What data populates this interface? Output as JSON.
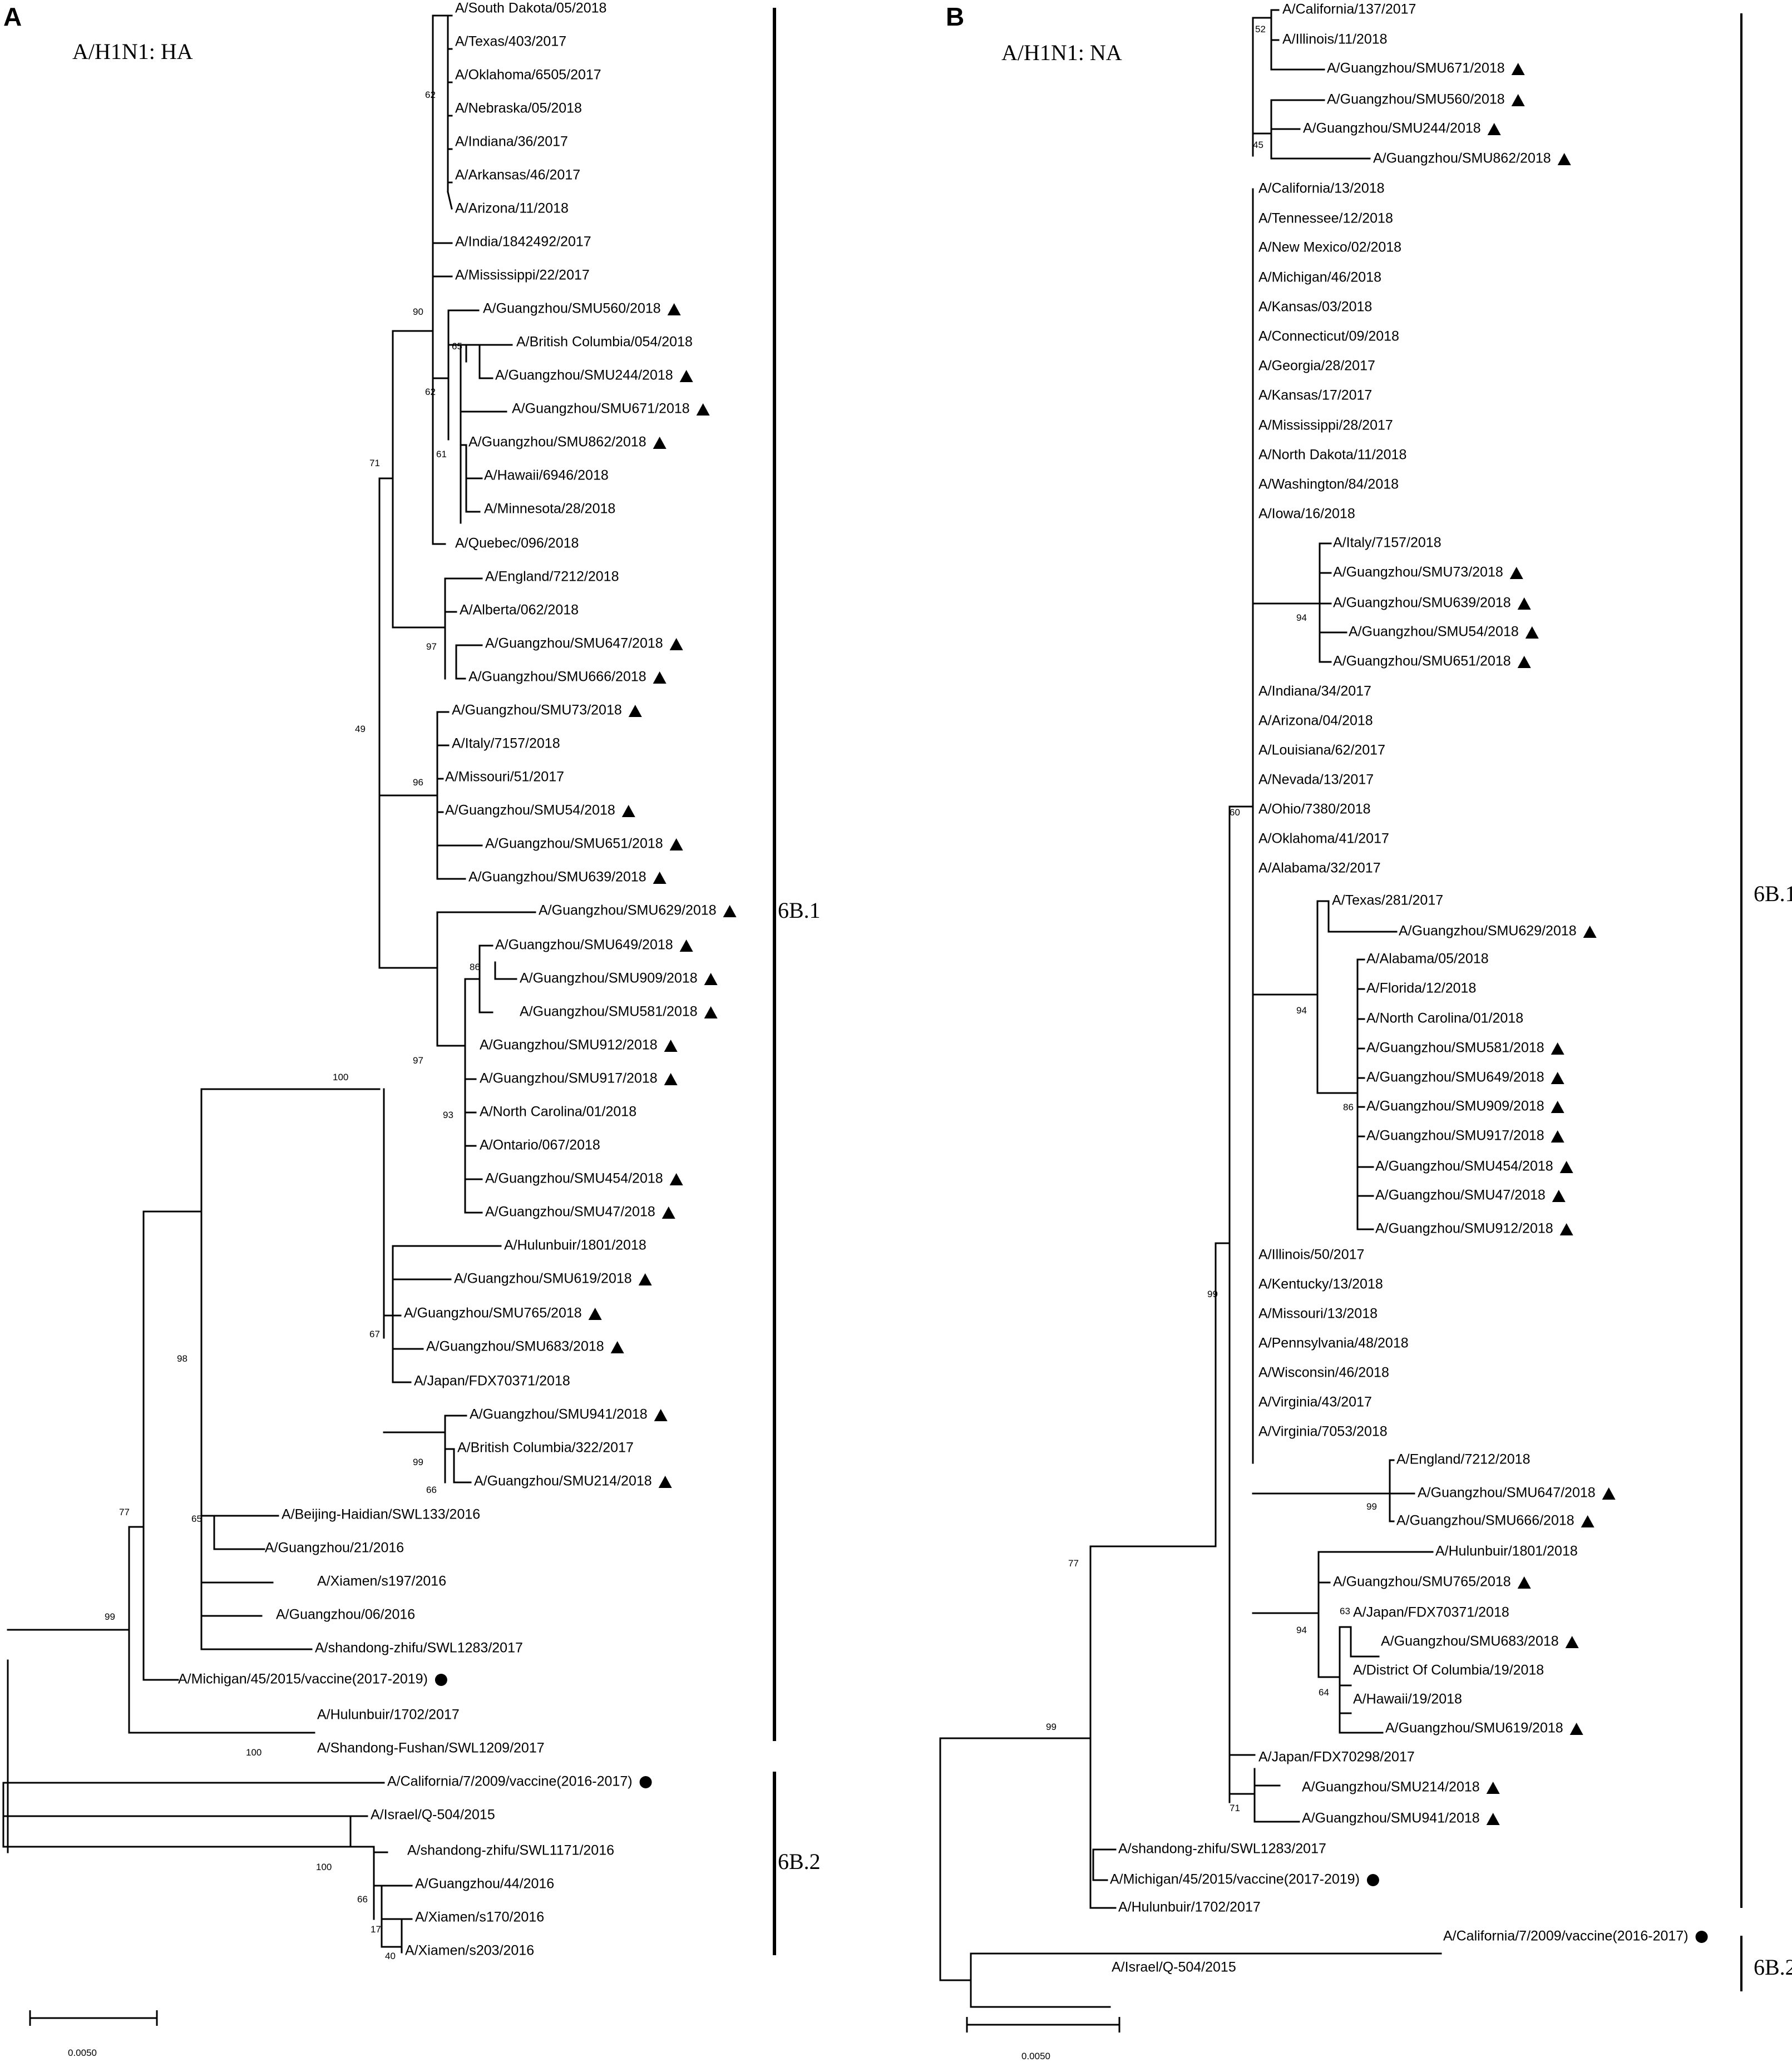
{
  "panels": [
    {
      "label": "A",
      "title": "A/H1N1: HA",
      "scale_label": "0.0050",
      "clades": [
        {
          "name": "6B.1"
        },
        {
          "name": "6B.2"
        }
      ],
      "bootstrap": [
        "62",
        "90",
        "65",
        "62",
        "61",
        "71",
        "97",
        "49",
        "96",
        "86",
        "97",
        "93",
        "100",
        "67",
        "99",
        "66",
        "98",
        "65",
        "77",
        "99",
        "100",
        "100",
        "66",
        "17",
        "40"
      ],
      "taxa": [
        "A/South Dakota/05/2018",
        "A/Texas/403/2017",
        "A/Oklahoma/6505/2017",
        "A/Nebraska/05/2018",
        "A/Indiana/36/2017",
        "A/Arkansas/46/2017",
        "A/Arizona/11/2018",
        "A/India/1842492/2017",
        "A/Mississippi/22/2017",
        "A/Guangzhou/SMU560/2018",
        "A/British Columbia/054/2018",
        "A/Guangzhou/SMU244/2018",
        "A/Guangzhou/SMU671/2018",
        "A/Guangzhou/SMU862/2018",
        "A/Hawaii/6946/2018",
        "A/Minnesota/28/2018",
        "A/Quebec/096/2018",
        "A/England/7212/2018",
        "A/Alberta/062/2018",
        "A/Guangzhou/SMU647/2018",
        "A/Guangzhou/SMU666/2018",
        "A/Guangzhou/SMU73/2018",
        "A/Italy/7157/2018",
        "A/Missouri/51/2017",
        "A/Guangzhou/SMU54/2018",
        "A/Guangzhou/SMU651/2018",
        "A/Guangzhou/SMU639/2018",
        "A/Guangzhou/SMU629/2018",
        "A/Guangzhou/SMU649/2018",
        "A/Guangzhou/SMU909/2018",
        "A/Guangzhou/SMU581/2018",
        "A/Guangzhou/SMU912/2018",
        "A/Guangzhou/SMU917/2018",
        "A/North Carolina/01/2018",
        "A/Ontario/067/2018",
        "A/Guangzhou/SMU454/2018",
        "A/Guangzhou/SMU47/2018",
        "A/Hulunbuir/1801/2018",
        "A/Guangzhou/SMU619/2018",
        "A/Guangzhou/SMU765/2018",
        "A/Guangzhou/SMU683/2018",
        "A/Japan/FDX70371/2018",
        "A/Guangzhou/SMU941/2018",
        "A/British Columbia/322/2017",
        "A/Guangzhou/SMU214/2018",
        "A/Beijing-Haidian/SWL133/2016",
        "A/Guangzhou/21/2016",
        "A/Xiamen/s197/2016",
        "A/Guangzhou/06/2016",
        "A/shandong-zhifu/SWL1283/2017",
        "A/Michigan/45/2015/vaccine(2017-2019)",
        "A/Hulunbuir/1702/2017",
        "A/Shandong-Fushan/SWL1209/2017",
        "A/California/7/2009/vaccine(2016-2017)",
        "A/Israel/Q-504/2015",
        "A/shandong-zhifu/SWL1171/2016",
        "A/Guangzhou/44/2016",
        "A/Xiamen/s170/2016",
        "A/Xiamen/s203/2016"
      ]
    },
    {
      "label": "B",
      "title": "A/H1N1: NA",
      "scale_label": "0.0050",
      "clades": [
        {
          "name": "6B.1"
        },
        {
          "name": "6B.2"
        }
      ],
      "bootstrap": [
        "52",
        "45",
        "94",
        "60",
        "94",
        "86",
        "99",
        "99",
        "63",
        "94",
        "64",
        "71",
        "77",
        "99"
      ],
      "taxa": [
        "A/California/137/2017",
        "A/Illinois/11/2018",
        "A/Guangzhou/SMU671/2018",
        "A/Guangzhou/SMU560/2018",
        "A/Guangzhou/SMU244/2018",
        "A/Guangzhou/SMU862/2018",
        "A/California/13/2018",
        "A/Tennessee/12/2018",
        "A/New Mexico/02/2018",
        "A/Michigan/46/2018",
        "A/Kansas/03/2018",
        "A/Connecticut/09/2018",
        "A/Georgia/28/2017",
        "A/Kansas/17/2017",
        "A/Mississippi/28/2017",
        "A/North Dakota/11/2018",
        "A/Washington/84/2018",
        "A/Iowa/16/2018",
        "A/Italy/7157/2018",
        "A/Guangzhou/SMU73/2018",
        "A/Guangzhou/SMU639/2018",
        "A/Guangzhou/SMU54/2018",
        "A/Guangzhou/SMU651/2018",
        "A/Indiana/34/2017",
        "A/Arizona/04/2018",
        "A/Louisiana/62/2017",
        "A/Nevada/13/2017",
        "A/Ohio/7380/2018",
        "A/Oklahoma/41/2017",
        "A/Alabama/32/2017",
        "A/Texas/281/2017",
        "A/Guangzhou/SMU629/2018",
        "A/Alabama/05/2018",
        "A/Florida/12/2018",
        "A/North Carolina/01/2018",
        "A/Guangzhou/SMU581/2018",
        "A/Guangzhou/SMU649/2018",
        "A/Guangzhou/SMU909/2018",
        "A/Guangzhou/SMU917/2018",
        "A/Guangzhou/SMU454/2018",
        "A/Guangzhou/SMU47/2018",
        "A/Guangzhou/SMU912/2018",
        "A/Illinois/50/2017",
        "A/Kentucky/13/2018",
        "A/Missouri/13/2018",
        "A/Pennsylvania/48/2018",
        "A/Wisconsin/46/2018",
        "A/Virginia/43/2017",
        "A/Virginia/7053/2018",
        "A/England/7212/2018",
        "A/Guangzhou/SMU647/2018",
        "A/Guangzhou/SMU666/2018",
        "A/Hulunbuir/1801/2018",
        "A/Guangzhou/SMU765/2018",
        "A/Japan/FDX70371/2018",
        "A/Guangzhou/SMU683/2018",
        "A/District Of Columbia/19/2018",
        "A/Hawaii/19/2018",
        "A/Guangzhou/SMU619/2018",
        "A/Japan/FDX70298/2017",
        "A/Guangzhou/SMU214/2018",
        "A/Guangzhou/SMU941/2018",
        "A/shandong-zhifu/SWL1283/2017",
        "A/Michigan/45/2015/vaccine(2017-2019)",
        "A/Hulunbuir/1702/2017",
        "A/California/7/2009/vaccine(2016-2017)",
        "A/Israel/Q-504/2015"
      ]
    }
  ]
}
